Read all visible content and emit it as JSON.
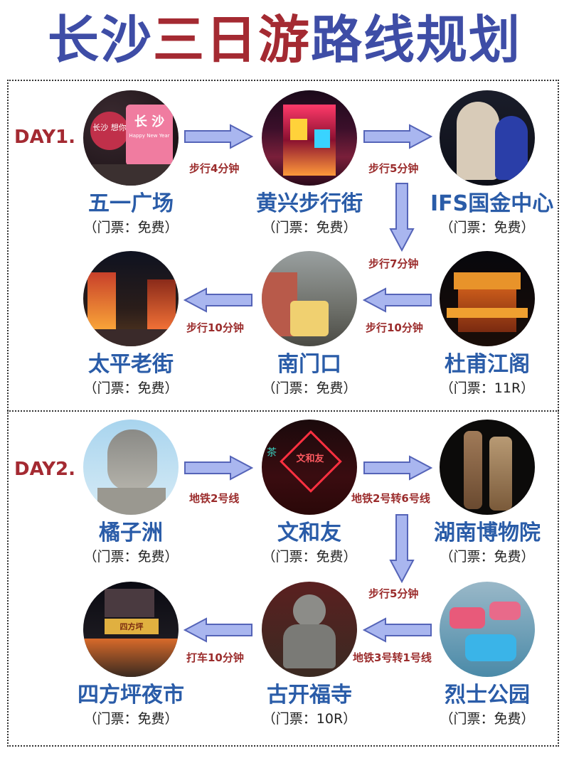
{
  "title": {
    "part1": "长沙",
    "part2": "三日",
    "part3": "游",
    "part4": "路线规划"
  },
  "days": [
    {
      "label": "DAY1."
    },
    {
      "label": "DAY2."
    }
  ],
  "spots": [
    {
      "name": "五一广场",
      "ticket": "（门票：免费）",
      "photo_text": "长沙 想你",
      "sign_text": "长 沙",
      "sign_sub": "Happy New Year"
    },
    {
      "name": "黄兴步行街",
      "ticket": "（门票：免费）"
    },
    {
      "name": "IFS国金中心",
      "ticket": "（门票：免费）"
    },
    {
      "name": "杜甫江阁",
      "ticket": "（门票：11R）"
    },
    {
      "name": "南门口",
      "ticket": "（门票：免费）"
    },
    {
      "name": "太平老街",
      "ticket": "（门票：免费）"
    },
    {
      "name": "橘子洲",
      "ticket": "（门票：免费）"
    },
    {
      "name": "文和友",
      "ticket": "（门票：免费）",
      "sign_text": "文和友",
      "side_text": "茶"
    },
    {
      "name": "湖南博物院",
      "ticket": "（门票：免费）"
    },
    {
      "name": "烈士公园",
      "ticket": "（门票：免费）"
    },
    {
      "name": "古开福寺",
      "ticket": "（门票：10R）"
    },
    {
      "name": "四方坪夜市",
      "ticket": "（门票：免费）",
      "sign_text": "四方坪"
    }
  ],
  "routes": [
    {
      "text": "步行4分钟"
    },
    {
      "text": "步行5分钟"
    },
    {
      "text": "步行7分钟"
    },
    {
      "text": "步行10分钟"
    },
    {
      "text": "步行10分钟"
    },
    {
      "text": "地铁2号线"
    },
    {
      "text": "地铁2号转6号线"
    },
    {
      "text": "步行5分钟"
    },
    {
      "text": "地铁3号转1号线"
    },
    {
      "text": "打车10分钟"
    }
  ],
  "colors": {
    "title_blue": "#3e4da6",
    "title_red": "#a42a32",
    "name_blue": "#2a5ca8",
    "arrow_fill": "#a9b6ef",
    "arrow_stroke": "#5564b8",
    "label_red": "#9b2c2c"
  }
}
